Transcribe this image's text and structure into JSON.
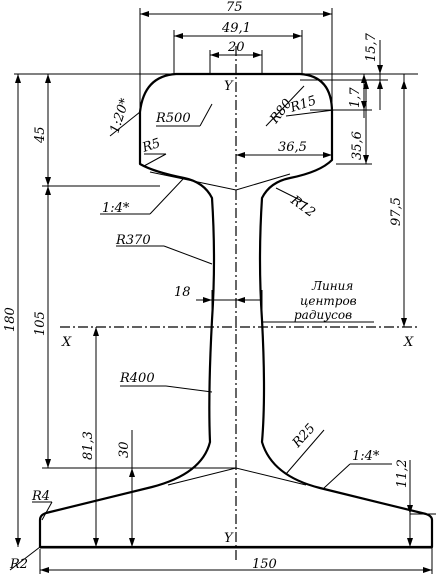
{
  "dimensions": {
    "head_width": "75",
    "top_width": "49,1",
    "crown_width": "20",
    "top_h1": "15,7",
    "top_h2": "1,7",
    "head_offset": "36,5",
    "head_depth": "35,6",
    "center_to_top": "97,5",
    "total_height": "180",
    "head_height": "45",
    "web_height": "105",
    "web_thickness": "18",
    "center_to_base": "81,3",
    "base_height": "30",
    "foot_edge": "11,2",
    "base_width": "150"
  },
  "radii": {
    "r500": "R500",
    "r80": "R80",
    "r15": "R15",
    "r5": "R5",
    "r12": "R12",
    "r370": "R370",
    "r400": "R400",
    "r25": "R25",
    "r4": "R4",
    "r2": "R2"
  },
  "slopes": {
    "head_slope": "1:20*",
    "upper_slope": "1:4*",
    "lower_slope": "1:4*"
  },
  "axes": {
    "y_top": "Y",
    "y_bottom": "Y",
    "x_left": "X",
    "x_right": "X"
  },
  "note": {
    "line1": "Линия",
    "line2": "центров",
    "line3": "радиусов"
  }
}
